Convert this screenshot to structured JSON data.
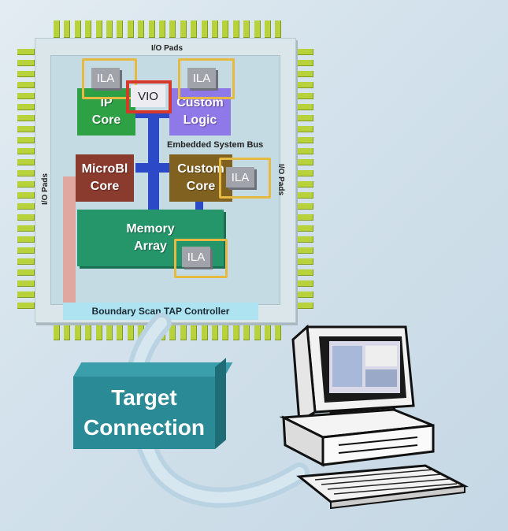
{
  "chip": {
    "io_pads_top": "I/O Pads",
    "io_pads_left": "I/O Pads",
    "io_pads_right": "I/O Pads",
    "bus_label": "Embedded System Bus",
    "tap_label": "Boundary Scan TAP Controller",
    "blocks": {
      "ip_core": [
        "IP",
        "Core"
      ],
      "custom_logic": [
        "Custom",
        "Logic"
      ],
      "microbl_core": [
        "MicroBl",
        "Core"
      ],
      "custom_core": [
        "Custom",
        "Core"
      ],
      "memory_array": [
        "Memory",
        "Array"
      ]
    },
    "ila_label": "ILA",
    "vio_label": "VIO"
  },
  "target_connection": [
    "Target",
    "Connection"
  ],
  "colors": {
    "pin": "#b7d23a",
    "ip_core": "#2fa145",
    "custom_logic": "#8f78e8",
    "microbl_core": "#8b3a2e",
    "custom_core": "#806120",
    "memory_array": "#25956a",
    "bus": "#2c49c8",
    "ila_frame": "#e6b943",
    "vio_frame": "#d8382a",
    "target_box": "#2a8a95"
  }
}
